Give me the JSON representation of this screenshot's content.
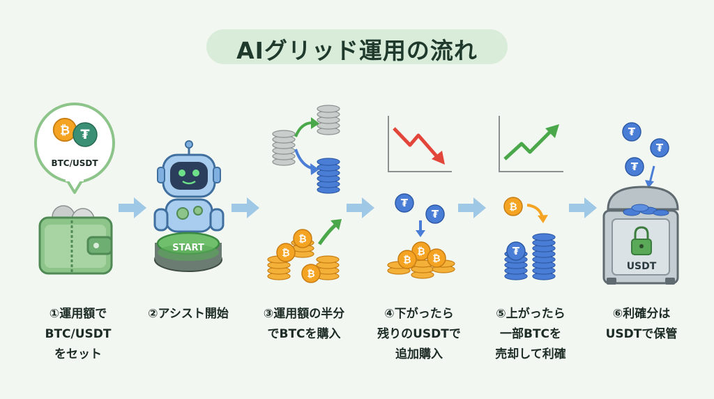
{
  "title": "AIグリッド運用の流れ",
  "colors": {
    "bitcoin": "#f4a322",
    "tether": "#3a8f74",
    "usdt_coin": "#4a7ed6",
    "arrow": "#9ec8e6",
    "trend_up": "#4aa84a",
    "trend_down": "#e2453a",
    "wallet": "#8cc48a",
    "title_bg": "#d9ecd9"
  },
  "bubble_label": "BTC/USDT",
  "start_label": "START",
  "safe_label": "USDT",
  "steps": [
    {
      "lines": [
        "①運用額で",
        "BTC/USDT",
        "をセット"
      ]
    },
    {
      "lines": [
        "②アシスト開始"
      ]
    },
    {
      "lines": [
        "③運用額の半分",
        "でBTCを購入"
      ]
    },
    {
      "lines": [
        "④下がったら",
        "残りのUSDTで",
        "追加購入"
      ]
    },
    {
      "lines": [
        "⑤上がったら",
        "一部BTCを",
        "売却して利確"
      ]
    },
    {
      "lines": [
        "⑥利確分は",
        "USDTで保管"
      ]
    }
  ],
  "icons": [
    "bitcoin-icon",
    "tether-icon",
    "wallet-icon",
    "robot-icon",
    "start-button-icon",
    "coin-stack-icon",
    "trend-down-icon",
    "trend-up-icon",
    "safe-icon",
    "lock-icon",
    "flow-arrow-icon"
  ]
}
